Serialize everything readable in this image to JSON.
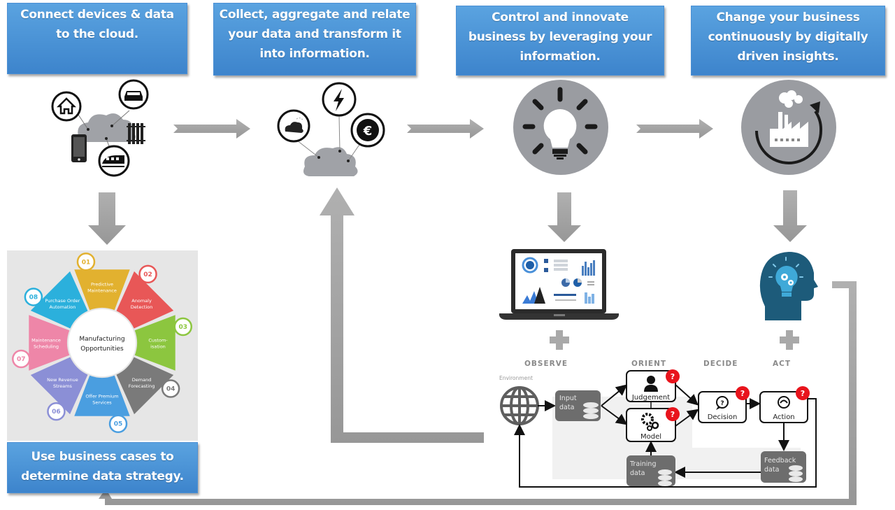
{
  "steps": [
    {
      "id": "connect",
      "lines": [
        "Connect devices & data",
        "to the cloud."
      ]
    },
    {
      "id": "collect",
      "lines": [
        "Collect, aggregate and relate",
        "your data and transform it",
        "into information."
      ]
    },
    {
      "id": "control",
      "lines": [
        "Control and innovate",
        "business by leveraging your",
        "information."
      ]
    },
    {
      "id": "change",
      "lines": [
        "Change your business",
        "continuously by digitally",
        "driven insights."
      ]
    },
    {
      "id": "use",
      "lines": [
        "Use business cases to",
        "determine data strategy."
      ]
    }
  ],
  "icons": {
    "connect": [
      "house-icon",
      "car-icon",
      "radiator-icon",
      "smartphone-icon",
      "train-icon",
      "cloud-icon"
    ],
    "collect": [
      "weather-icon",
      "lightning-icon",
      "euro-icon",
      "cloud-icon"
    ],
    "control": "lightbulb-icon",
    "change": "factory-cycle-icon",
    "dashboard": "laptop-dashboard-icon",
    "insight": "head-gears-icon"
  },
  "wheel": {
    "center": [
      "Manufacturing",
      "Opportunities"
    ],
    "segments": [
      {
        "num": "01",
        "lines": [
          "Predictive",
          "Maintenance"
        ],
        "color": "#e2b12f"
      },
      {
        "num": "02",
        "lines": [
          "Anomaly",
          "Detection"
        ],
        "color": "#e85757"
      },
      {
        "num": "03",
        "lines": [
          "Custom-",
          "isation"
        ],
        "color": "#8cc63f"
      },
      {
        "num": "04",
        "lines": [
          "Demand",
          "Forecasting"
        ],
        "color": "#7a7a7a"
      },
      {
        "num": "05",
        "lines": [
          "Offer Premium",
          "Services"
        ],
        "color": "#4a9ee0"
      },
      {
        "num": "06",
        "lines": [
          "New Revenue",
          "Streams"
        ],
        "color": "#8b8fd6"
      },
      {
        "num": "07",
        "lines": [
          "Maintenance",
          "Scheduling"
        ],
        "color": "#ee86a8"
      },
      {
        "num": "08",
        "lines": [
          "Purchase Order",
          "Automation"
        ],
        "color": "#2bb0dc"
      }
    ]
  },
  "ooda": {
    "phases": [
      "OBSERVE",
      "ORIENT",
      "DECIDE",
      "ACT"
    ],
    "environment": "Environment",
    "input_data": [
      "Input",
      "data"
    ],
    "judgement": "Judgement",
    "model": "Model",
    "decision": "Decision",
    "action": "Action",
    "training_data": [
      "Training",
      "data"
    ],
    "feedback_data": [
      "Feedback",
      "data"
    ],
    "badge": "?"
  },
  "colors": {
    "box_blue": "#4a91d6",
    "arrow_grey": "#a3a3a3",
    "icon_grey": "#9a9ca1",
    "badge_red": "#e8141c",
    "head_teal": "#1d5b7a"
  }
}
